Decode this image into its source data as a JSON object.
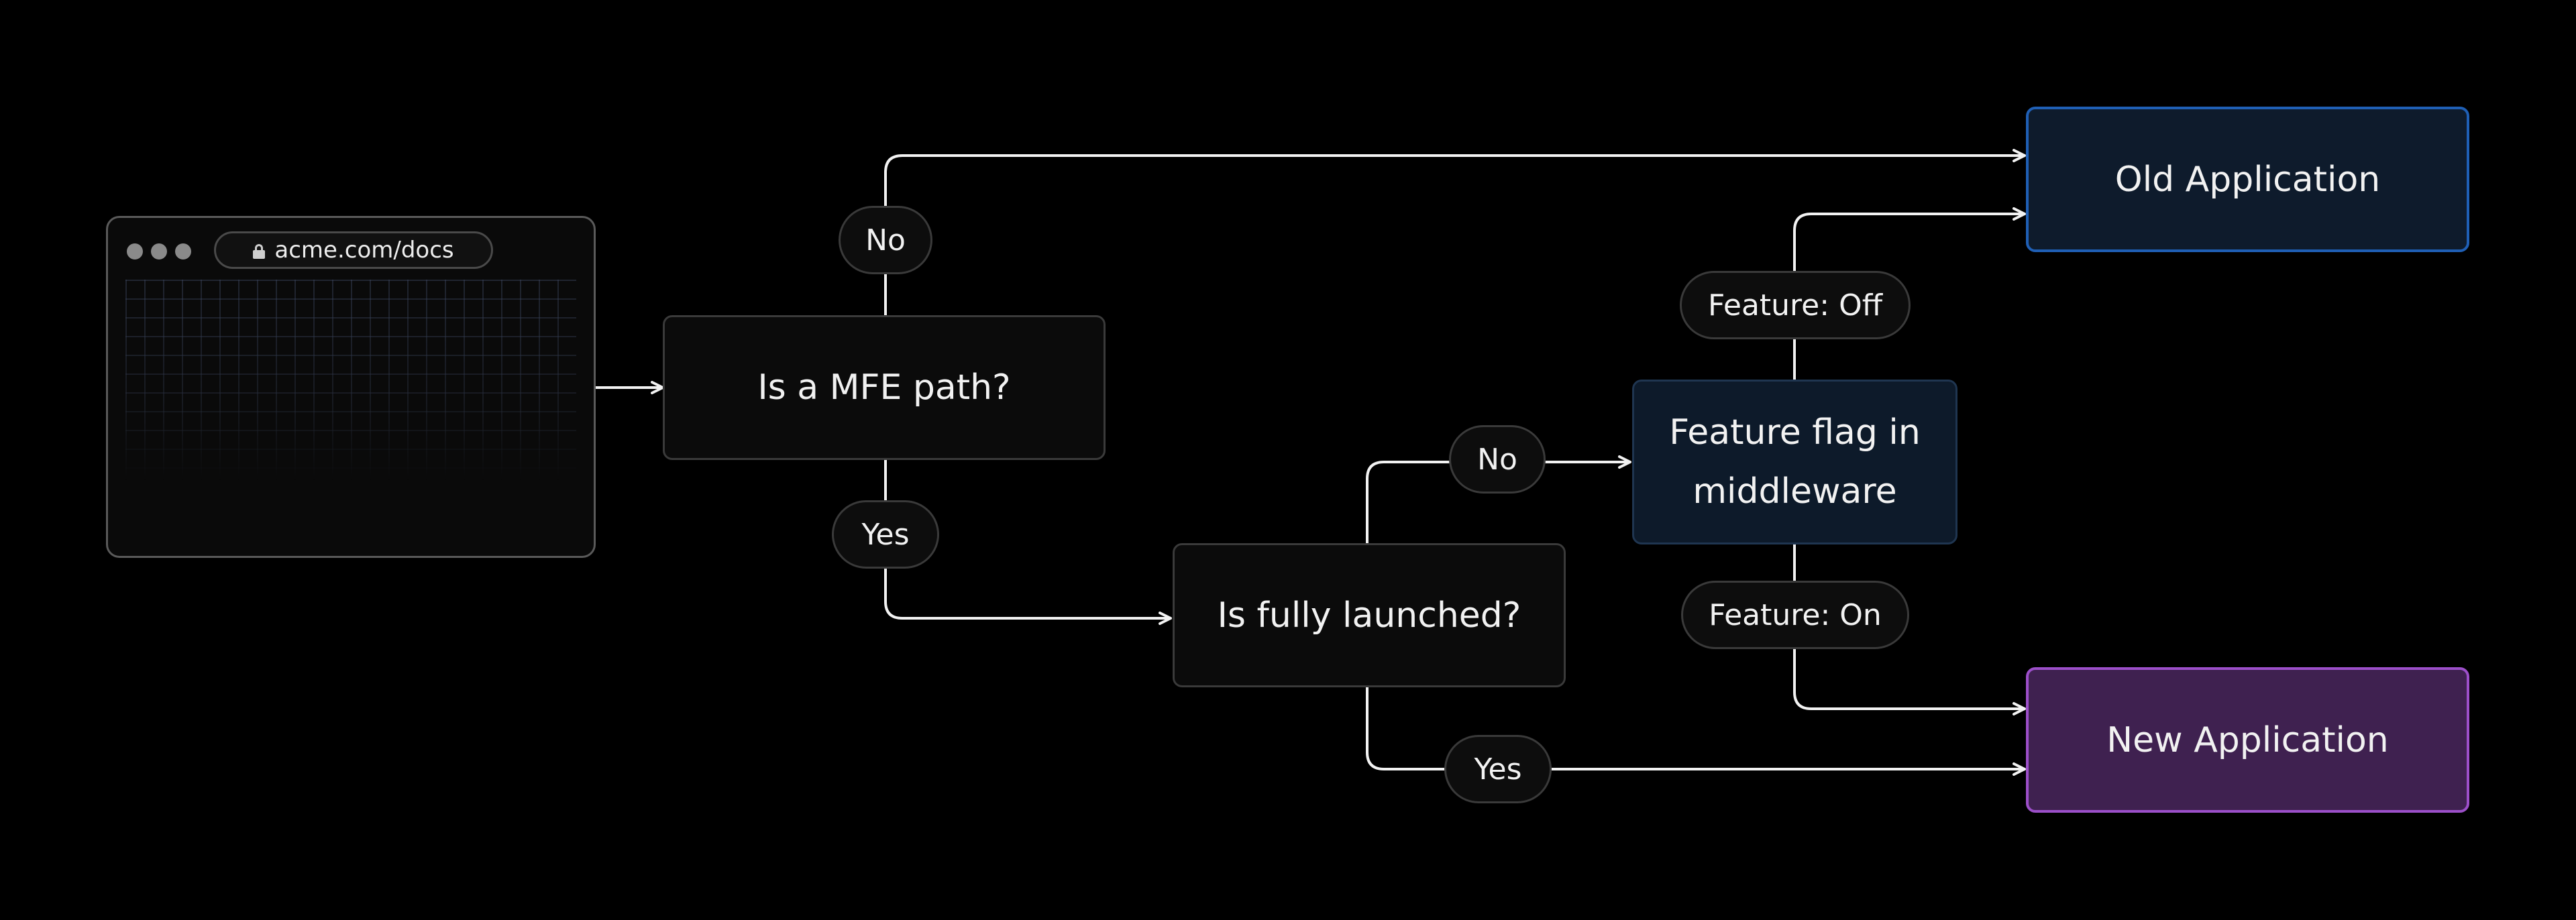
{
  "browser": {
    "url": "acme.com/docs",
    "lock_icon": "lock-icon",
    "window_dots": [
      "dot",
      "dot",
      "dot"
    ]
  },
  "nodes": {
    "is_mfe_path": "Is a MFE path?",
    "is_fully_launched": "Is fully launched?",
    "feature_flag": "Feature flag in middleware",
    "old_application": "Old Application",
    "new_application": "New Application"
  },
  "edge_labels": {
    "mfe_no": "No",
    "mfe_yes": "Yes",
    "launched_no": "No",
    "launched_yes": "Yes",
    "feature_off": "Feature: Off",
    "feature_on": "Feature: On"
  },
  "colors": {
    "background": "#000000",
    "line": "#f2f2f2",
    "old_app_border": "#1f5fb5",
    "old_app_fill": "#0e1b2c",
    "new_app_border": "#9c4fc9",
    "new_app_fill": "#3f2150",
    "flag_fill": "#0d1a2a"
  }
}
